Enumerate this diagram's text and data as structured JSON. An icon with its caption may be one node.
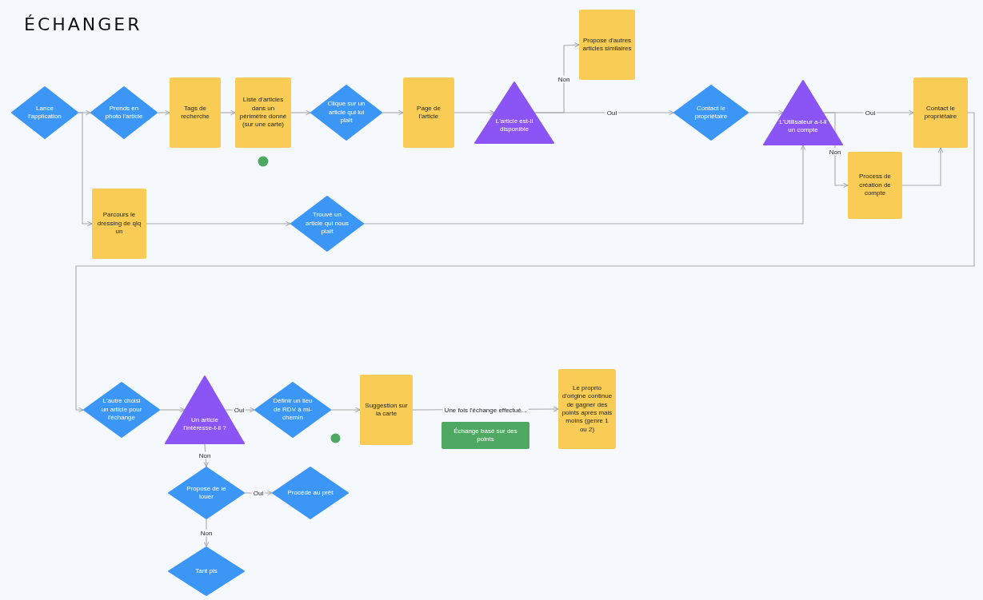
{
  "diagram": {
    "title": "ÉCHANGER",
    "nodes": [
      {
        "text": [
          "Lance l'application"
        ]
      },
      {
        "text": [
          "Prends en photo l'article"
        ]
      },
      {
        "text": [
          "Tags de recherche"
        ]
      },
      {
        "text": [
          "Liste d'articles dans un périmètre donné (sur une carte)"
        ]
      },
      {
        "text": [],
        "shape": "circle"
      },
      {
        "text": [
          "Clique sur un article qui lui plaît"
        ]
      },
      {
        "text": [
          "Page de l'article"
        ]
      },
      {
        "text": [
          "L'article est-il disponible"
        ]
      },
      {
        "text": [
          "Propose d'autres articles similaires"
        ]
      },
      {
        "text": [
          "Contact le propriétaire"
        ]
      },
      {
        "text": [
          "L'Utilisateur a-t-il un compte"
        ]
      },
      {
        "text": [
          "Contact le propriétaire"
        ]
      },
      {
        "text": [
          "Process de création de compte"
        ]
      },
      {
        "text": [
          "Parcours le dressing de qlq un"
        ]
      },
      {
        "text": [
          "Trouvé un article qui nous plaît"
        ]
      },
      {
        "text": [
          "L'autre choisi un article pour l'échange"
        ]
      },
      {
        "text": [
          "Un  article l'intéresse-t-il ?"
        ]
      },
      {
        "text": [
          "Définir un lieu de RDV à mi-chemin"
        ]
      },
      {
        "text": [
          "Suggestion sur la carte"
        ]
      },
      {
        "text": [],
        "shape": "circle"
      },
      {
        "text": [
          "Le proprio d'origine continue de gagner des points après mais moins (genre 1 ou 2)"
        ]
      },
      {
        "text": [
          "Échange basé sur des points"
        ]
      },
      {
        "text": [
          "Propose de le louer"
        ]
      },
      {
        "text": [
          "Procède au prêt"
        ]
      },
      {
        "text": [
          "Tant pis"
        ]
      }
    ],
    "edges": [
      {
        "from": 0,
        "to": 1,
        "arrow": "to"
      },
      {
        "from": 0,
        "to": 13,
        "arrow": "to"
      },
      {
        "from": 1,
        "to": 2,
        "arrow": "to"
      },
      {
        "from": 2,
        "to": 3,
        "arrow": "to"
      },
      {
        "from": 3,
        "to": 5,
        "arrow": "to"
      },
      {
        "from": 5,
        "to": 6,
        "arrow": "to"
      },
      {
        "from": 6,
        "to": 7,
        "arrow": "to"
      },
      {
        "from": 7,
        "to": 8,
        "arrow": "to",
        "label": "Non"
      },
      {
        "from": 7,
        "to": 9,
        "arrow": "to",
        "label": "Oui"
      },
      {
        "from": 9,
        "to": 10,
        "arrow": "to"
      },
      {
        "from": 10,
        "to": 11,
        "arrow": "to",
        "label": "Oui"
      },
      {
        "from": 10,
        "to": 12,
        "arrow": "to",
        "label": "Non"
      },
      {
        "from": 12,
        "to": 11,
        "arrow": "to"
      },
      {
        "from": 13,
        "to": 14,
        "arrow": "to"
      },
      {
        "from": 14,
        "to": 10,
        "arrow": "to"
      },
      {
        "from": 11,
        "to": 15,
        "arrow": "to"
      },
      {
        "from": 15,
        "to": 16,
        "arrow": "to"
      },
      {
        "from": 16,
        "to": 17,
        "arrow": "to",
        "label": "Oui"
      },
      {
        "from": 17,
        "to": 18,
        "arrow": "to"
      },
      {
        "from": 18,
        "to": 20,
        "arrow": "to",
        "label": "Une fois l'échange effectué..."
      },
      {
        "from": 16,
        "to": 22,
        "arrow": "to",
        "label": "Non"
      },
      {
        "from": 22,
        "to": 23,
        "arrow": "to",
        "label": "Oui"
      },
      {
        "from": 22,
        "to": 24,
        "arrow": "to",
        "label": "Non"
      }
    ]
  }
}
